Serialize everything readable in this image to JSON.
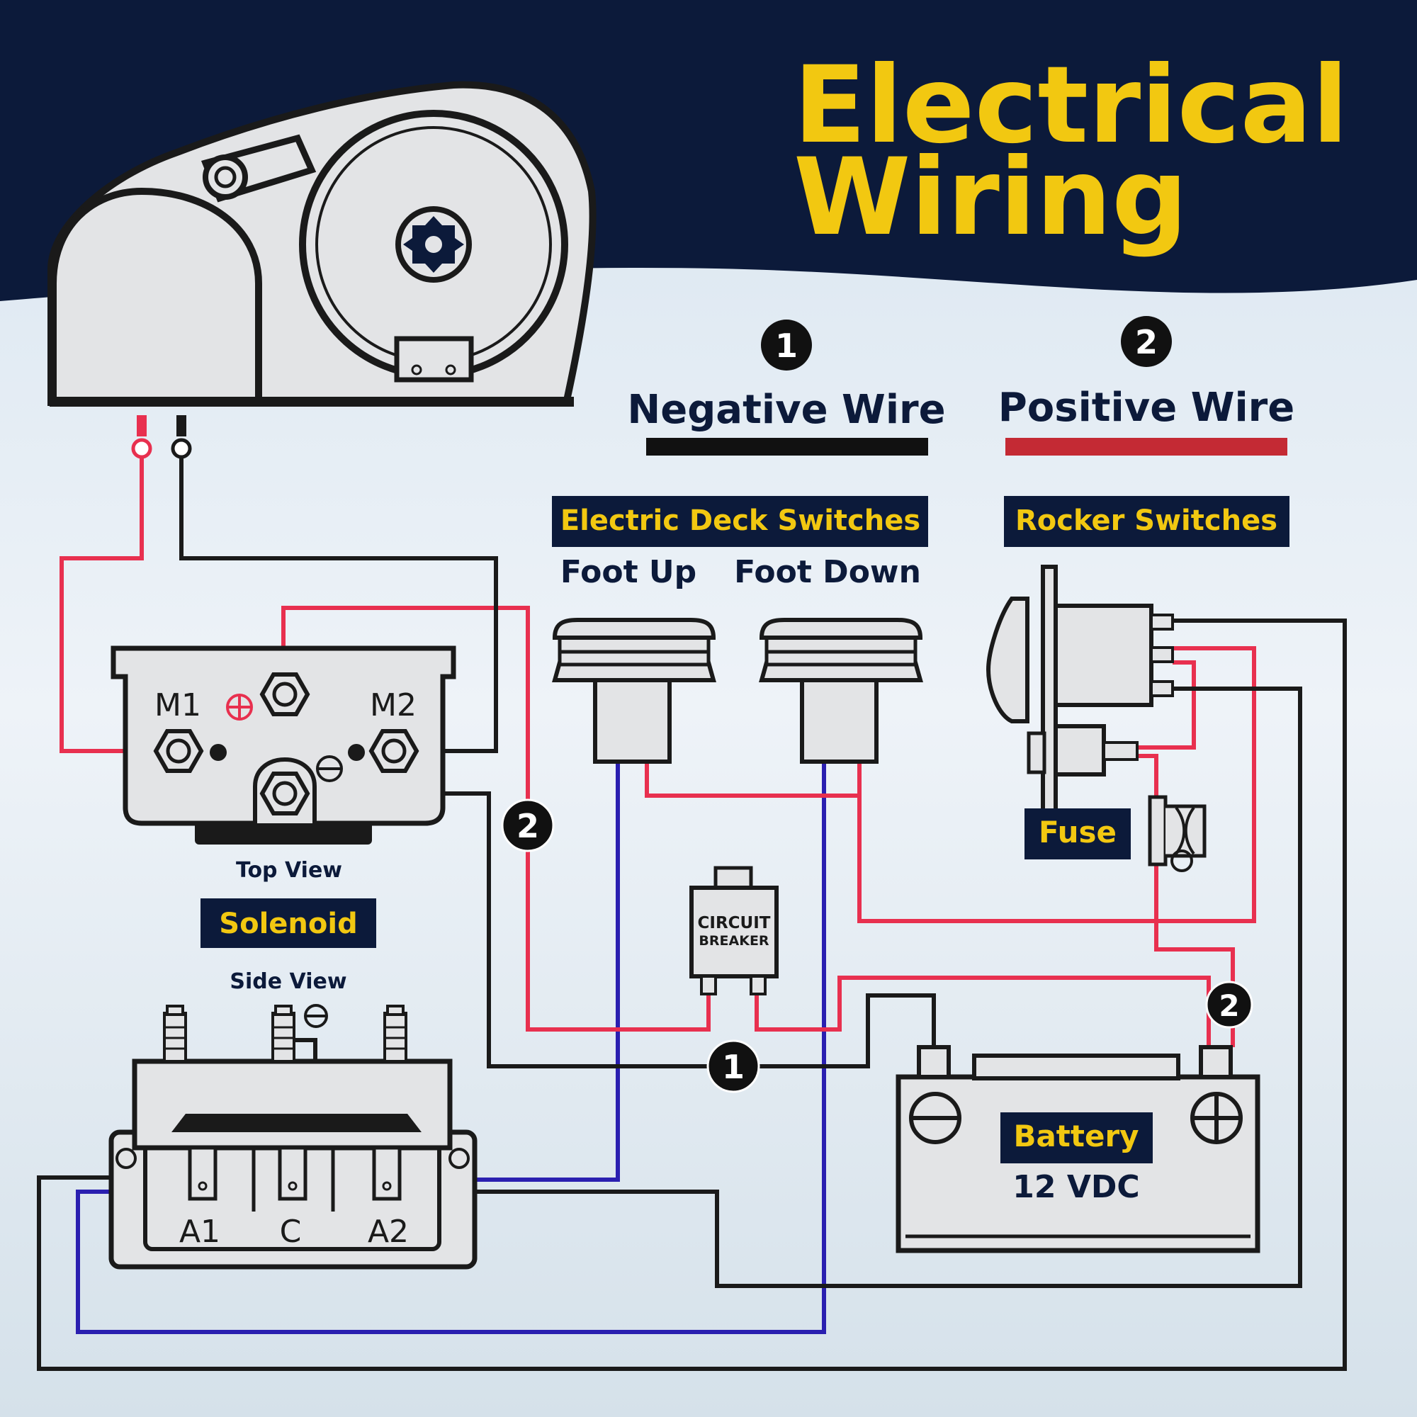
{
  "title": {
    "line1": "Electrical",
    "line2": "Wiring"
  },
  "legend": {
    "negative": {
      "number": "1",
      "label": "Negative Wire"
    },
    "positive": {
      "number": "2",
      "label": "Positive Wire"
    }
  },
  "deck_switches": {
    "header": "Electric Deck Switches",
    "up_label": "Foot Up",
    "down_label": "Foot Down"
  },
  "rocker_switches": {
    "header": "Rocker Switches"
  },
  "fuse": {
    "label": "Fuse"
  },
  "circuit_breaker": {
    "line1": "CIRCUIT",
    "line2": "BREAKER"
  },
  "solenoid": {
    "label": "Solenoid",
    "top_view_label": "Top View",
    "side_view_label": "Side View",
    "top_terminals": {
      "m1": "M1",
      "m2": "M2"
    },
    "side_terminals": {
      "a1": "A1",
      "c": "C",
      "a2": "A2"
    }
  },
  "battery": {
    "label": "Battery",
    "voltage": "12 VDC"
  },
  "markers": {
    "solenoid_positive": "2",
    "battery_negative": "1",
    "battery_positive": "2"
  },
  "colors": {
    "navy": "#0c1a3a",
    "title_yellow": "#f2c811",
    "negative_wire": "#1a1a1a",
    "positive_wire": "#e8304f",
    "control_wire": "#2a1fb0",
    "legend_red": "#c42a34"
  }
}
